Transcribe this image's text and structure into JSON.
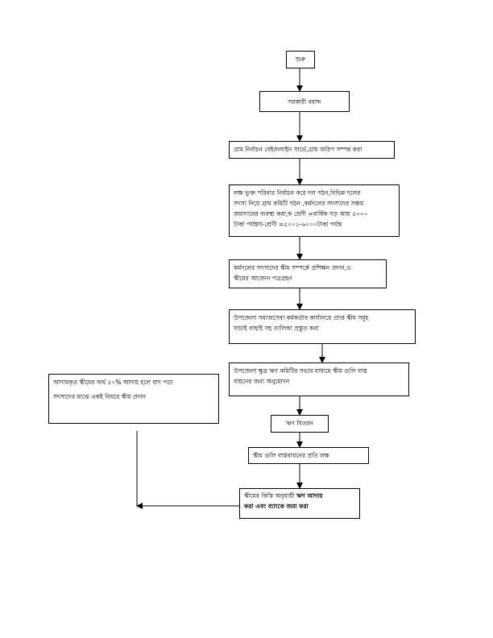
{
  "flowchart": {
    "start": "শুরু",
    "step1": "সরকারী বরাদ্দ",
    "step2": "গ্রাম নির্বাচন বেইজলাইন সার্ভে,গ্রাম জরিপ সম্পন্ন করা",
    "step3": {
      "line1": "লক্ষ ভুক্ত পরিবার নির্বাচন করে দল গঠন,বিভিন্ন দলের",
      "line2": "সদস্য নিয়ে গ্রাম কমিটি গঠন ,কর্মদলের সদস্যদের সঞ্চয়",
      "line3": "জমাদানের ব্যবস্থা করা,ক শ্রেণী =বার্ষিক গড় আয় ৫০০০",
      "line4": "টাকা পর্যন্তখ-শ্রেণী =৫০০১-৬০০০টাকা পর্যন্ত"
    },
    "step4": {
      "line1": "কর্মদলের সদস্যদের স্কীম সম্পর্কে প্রশিক্ষন প্রদান,ও",
      "line2": "স্কীমের আবেদন পত্রগ্রহন"
    },
    "step5": {
      "line1": "উপজেলা সমাজসেবা কর্মকর্তার কার্যালয়ে প্রাপ্ত স্কীম সমূহ",
      "line2": "যাচাই বাছাই সহ তালিকা প্রস্তুত করা"
    },
    "step6": {
      "line1": "উপজেলা ক্ষুদ্র ঋণ কমিটির সভার মাধ্যমে স্কীম গুলি বাস্ত",
      "line2": "বায়নের জন্য অনুমোদন"
    },
    "step7": "ঋণ বিতরন",
    "step8": "স্কীম গুলি বাস্তবায়নের প্রতি লক্ষ",
    "step9": {
      "line1_normal": "স্কীমের কিস্তি অনুযায়ী",
      "line1_bold": "ঋণ আদায়",
      "line2_bold": "করা এবং ব্যাংকে জমা করা"
    },
    "side": {
      "line1": "আদায়কৃত স্কীমের অর্থ ৫০% আদায় হলে বাদ পড়া",
      "line2": "সদস্যদের মাঝে একই নিয়মে স্কীম প্রদান"
    }
  }
}
